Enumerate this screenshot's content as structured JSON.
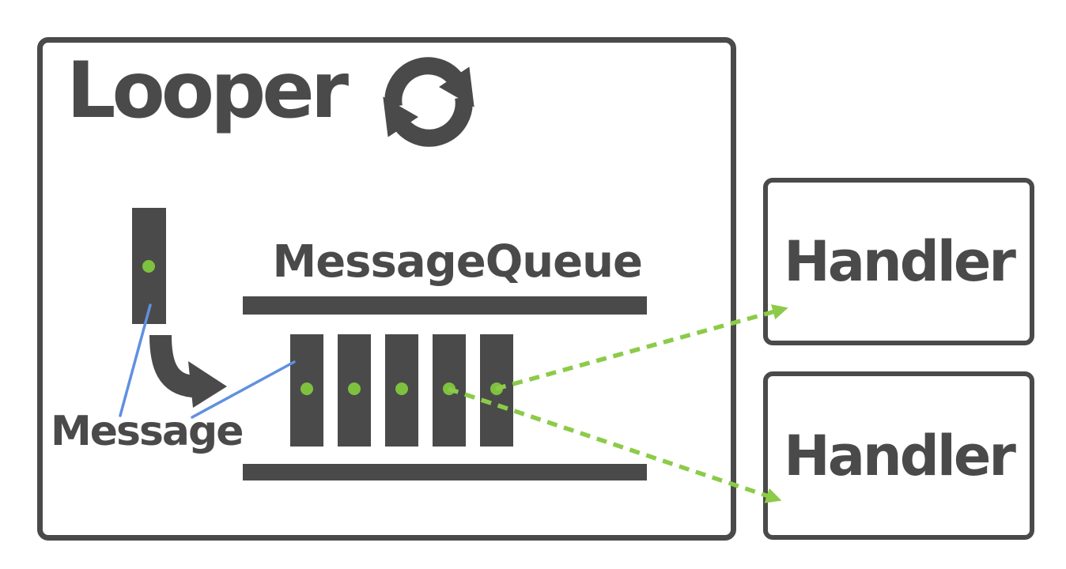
{
  "diagram": {
    "looper": {
      "label": "Looper"
    },
    "message_queue": {
      "label": "MessageQueue",
      "message_count": 5
    },
    "message": {
      "label": "Message"
    },
    "handlers": [
      "Handler",
      "Handler"
    ],
    "colors": {
      "dark_gray": "#4a4a4a",
      "dot_green": "#7ec13e",
      "dashed_arrow_green": "#8ccb49",
      "pointer_line_blue": "#6090e0",
      "background": "#ffffff"
    },
    "icons": {
      "looper_icon": "refresh-cycle-icon"
    }
  }
}
